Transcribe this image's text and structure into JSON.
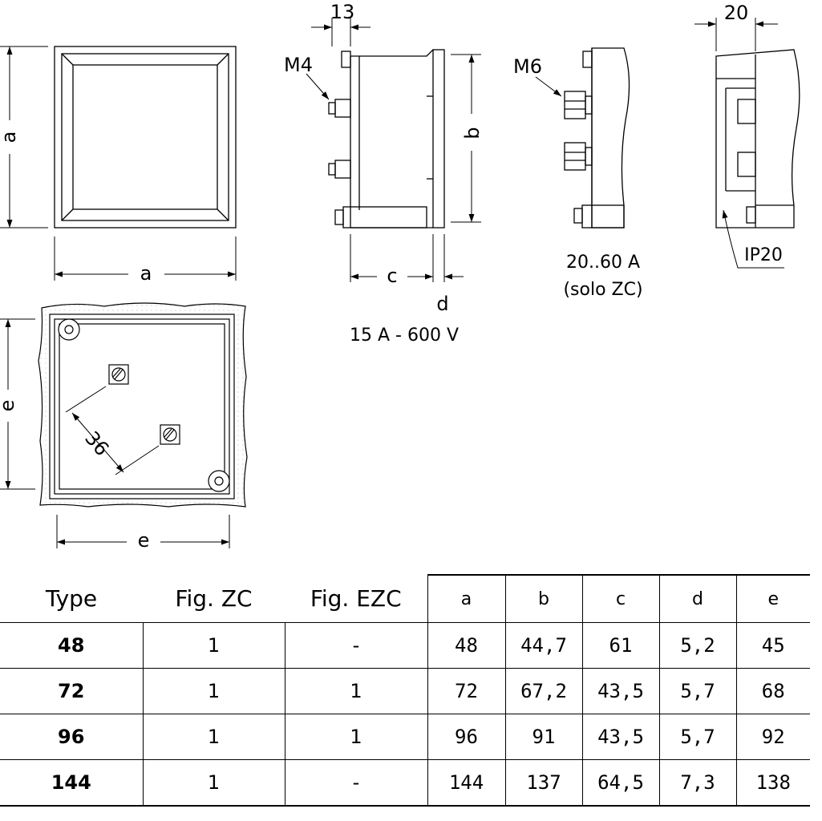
{
  "labels": {
    "dim_a": "a",
    "dim_b": "b",
    "dim_c": "c",
    "dim_d": "d",
    "dim_e": "e",
    "dim_13": "13",
    "dim_20": "20",
    "dim_36": "36",
    "m4": "M4",
    "m6": "M6",
    "ip20": "IP20",
    "rating_15a": "15 A - 600 V",
    "rating_20_60a": "20..60 A",
    "solo_zc": "(solo ZC)"
  },
  "table": {
    "headers": [
      "Type",
      "Fig. ZC",
      "Fig. EZC",
      "a",
      "b",
      "c",
      "d",
      "e"
    ],
    "rows": [
      {
        "type": "48",
        "fig_zc": "1",
        "fig_ezc": "-",
        "a": "48",
        "b": "44,7",
        "c": "61",
        "d": "5,2",
        "e": "45"
      },
      {
        "type": "72",
        "fig_zc": "1",
        "fig_ezc": "1",
        "a": "72",
        "b": "67,2",
        "c": "43,5",
        "d": "5,7",
        "e": "68"
      },
      {
        "type": "96",
        "fig_zc": "1",
        "fig_ezc": "1",
        "a": "96",
        "b": "91",
        "c": "43,5",
        "d": "5,7",
        "e": "92"
      },
      {
        "type": "144",
        "fig_zc": "1",
        "fig_ezc": "-",
        "a": "144",
        "b": "137",
        "c": "64,5",
        "d": "7,3",
        "e": "138"
      }
    ]
  }
}
